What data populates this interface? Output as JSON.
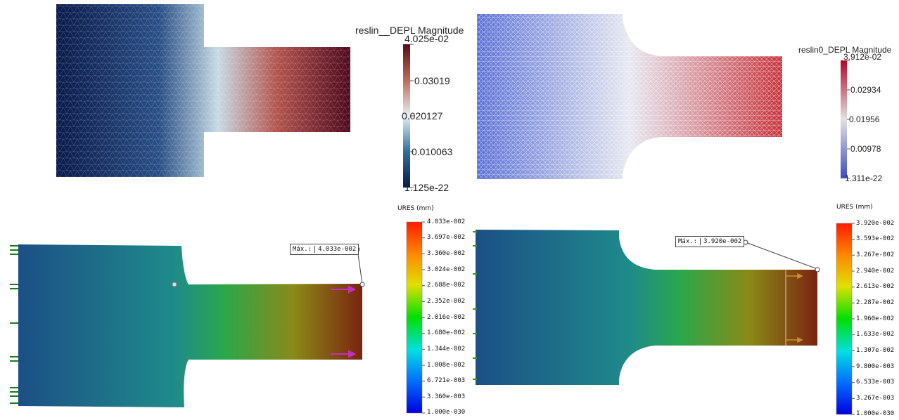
{
  "top_left": {
    "colorbar": {
      "title": "reslin__DEPL Magnitude",
      "max_label": "4.025e-02",
      "ticks": [
        "0.03019",
        "0.020127",
        "0.010063"
      ],
      "min_label": "1.125e-22"
    },
    "colors": {
      "low": "#0b1a4a",
      "mid": "#e8eef5",
      "high": "#5a0a1a"
    }
  },
  "top_right": {
    "colorbar": {
      "title": "reslin0_DEPL Magnitude",
      "max_label": "3.912e-02",
      "ticks": [
        "0.02934",
        "0.01956",
        "0.00978"
      ],
      "min_label": "1.311e-22"
    },
    "colors": {
      "low": "#3b4cc0",
      "mid": "#dddddd",
      "high": "#b40426"
    }
  },
  "bottom_left": {
    "colorbar": {
      "title": "URES (mm)",
      "ticks": [
        "4.033e-002",
        "3.697e-002",
        "3.360e-002",
        "3.024e-002",
        "2.688e-002",
        "2.352e-002",
        "2.016e-002",
        "1.680e-002",
        "1.344e-002",
        "1.008e-002",
        "6.721e-003",
        "3.360e-003",
        "1.000e-030"
      ]
    },
    "max_box": {
      "label": "Máx.:",
      "value": "4.033e-002"
    }
  },
  "bottom_right": {
    "colorbar": {
      "title": "URES (mm)",
      "ticks": [
        "3.920e-002",
        "3.593e-002",
        "3.267e-002",
        "2.940e-002",
        "2.613e-002",
        "2.287e-002",
        "1.960e-002",
        "1.633e-002",
        "1.307e-002",
        "9.800e-003",
        "6.533e-003",
        "3.267e-003",
        "1.000e-030"
      ]
    },
    "max_box": {
      "label": "Máx.:",
      "value": "3.920e-002"
    }
  }
}
